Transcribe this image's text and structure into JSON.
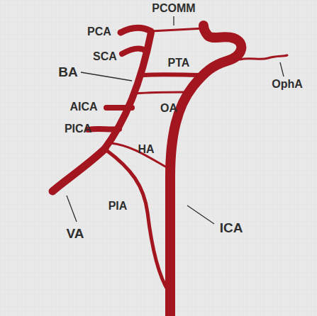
{
  "diagram": {
    "labels": [
      "PCOMM",
      "PCA",
      "SCA",
      "BA",
      "PTA",
      "OphA",
      "AICA",
      "OA",
      "PICA",
      "HA",
      "PIA",
      "ICA",
      "VA"
    ]
  }
}
